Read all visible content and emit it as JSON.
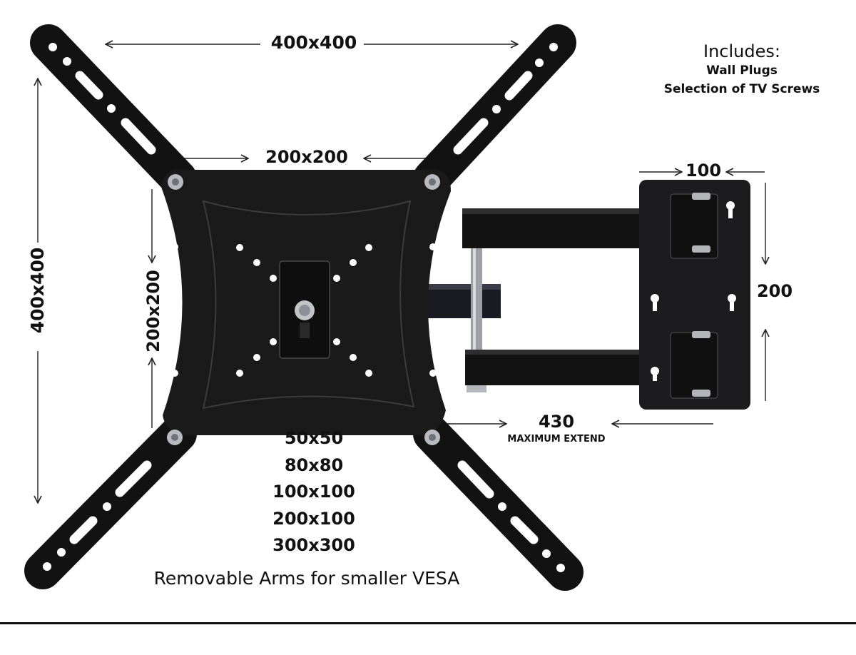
{
  "dimensions": {
    "top_width": "400x400",
    "left_height": "400x400",
    "inner_width": "200x200",
    "inner_height": "200x200",
    "wall_plate_width": "100",
    "wall_plate_height": "200",
    "extension_value": "430",
    "extension_caption": "MAXIMUM EXTEND"
  },
  "vesa_sizes": [
    "50x50",
    "80x80",
    "100x100",
    "200x100",
    "300x300"
  ],
  "removable_note": "Removable Arms for smaller VESA",
  "includes": {
    "heading": "Includes:",
    "items": [
      "Wall Plugs",
      "Selection of TV Screws"
    ]
  },
  "colors": {
    "bracket": "#121212",
    "plate": "#1d1d1f",
    "hole": "#ffffff",
    "screw": "#a8aab0",
    "line": "#222222"
  }
}
